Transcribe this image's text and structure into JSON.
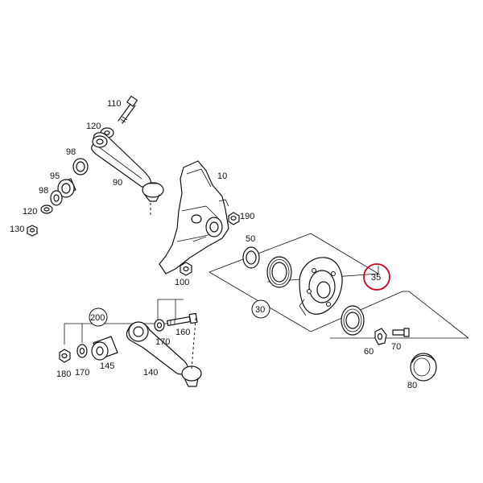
{
  "diagram": {
    "highlight_color": "#d0021b",
    "line_color": "#111111",
    "labels": {
      "p110": "110",
      "p120_top": "120",
      "p98_top": "98",
      "p95": "95",
      "p98_low": "98",
      "p120_low": "120",
      "p130": "130",
      "p90": "90",
      "p10": "10",
      "p190": "190",
      "p50": "50",
      "p100": "100",
      "p35": "35",
      "p30": "30",
      "p200": "200",
      "p160": "160",
      "p170_a": "170",
      "p170_b": "170",
      "p180": "180",
      "p145": "145",
      "p140": "140",
      "p60": "60",
      "p70": "70",
      "p80": "80"
    }
  }
}
